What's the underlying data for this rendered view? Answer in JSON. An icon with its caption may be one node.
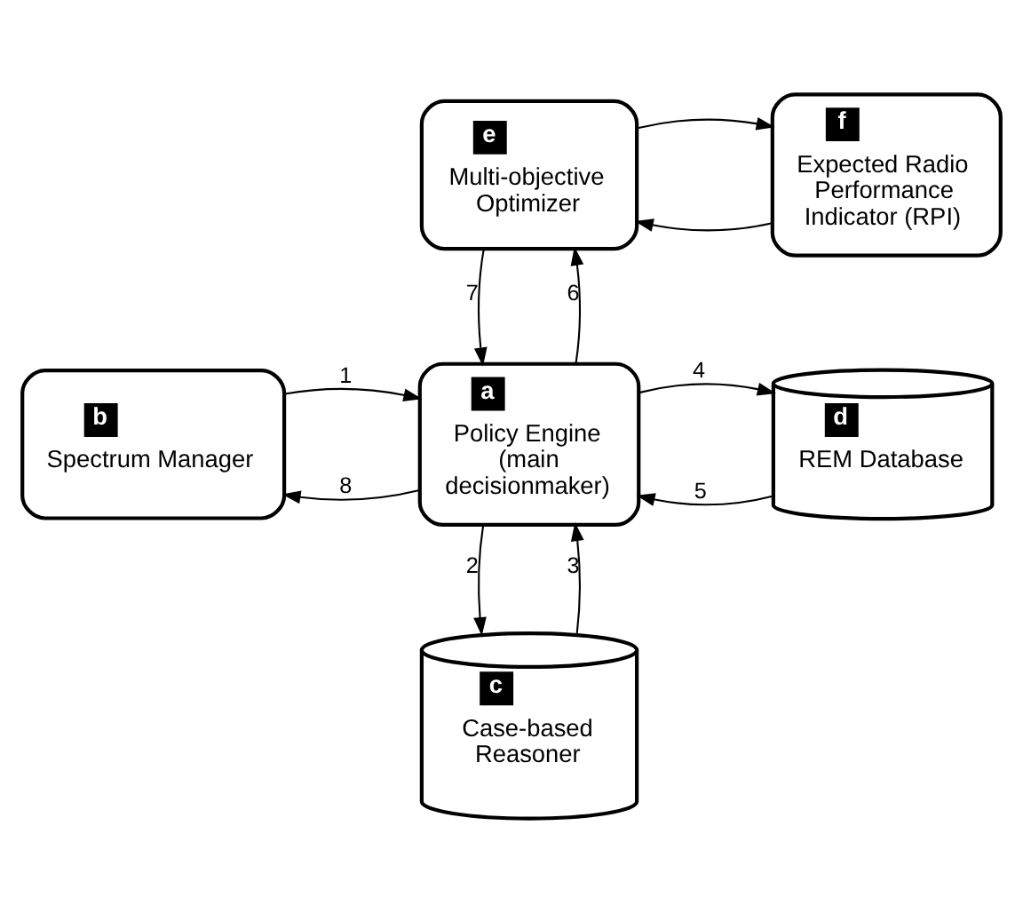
{
  "diagram": {
    "nodes": [
      {
        "text": [
          "e",
          "Multi-objective Optimizer"
        ]
      },
      {
        "text": [
          "f",
          "Expected Radio Performance Indicator (RPI)"
        ]
      },
      {
        "text": [
          "a",
          "Policy Engine (main decisionmaker)"
        ]
      },
      {
        "text": [
          "b",
          "Spectrum Manager"
        ]
      },
      {
        "text": [
          "d",
          "REM Database"
        ]
      },
      {
        "text": [
          "c",
          "Case-based Reasoner"
        ]
      }
    ],
    "edges": [
      {
        "from": 1,
        "to": 0,
        "arrow": "to"
      },
      {
        "from": 0,
        "to": 1,
        "arrow": "to"
      },
      {
        "from": 0,
        "to": 2,
        "arrow": "to",
        "label": "7"
      },
      {
        "from": 2,
        "to": 0,
        "arrow": "to",
        "label": "6"
      },
      {
        "from": 2,
        "to": 3,
        "arrow": "to",
        "label": "8"
      },
      {
        "from": 3,
        "to": 2,
        "arrow": "to",
        "label": "1"
      },
      {
        "from": 4,
        "to": 2,
        "arrow": "to",
        "label": "5"
      },
      {
        "from": 2,
        "to": 4,
        "arrow": "to",
        "label": "4"
      },
      {
        "from": 2,
        "to": 5,
        "arrow": "to",
        "label": "2"
      },
      {
        "from": 5,
        "to": 2,
        "arrow": "to",
        "label": "3"
      }
    ]
  }
}
